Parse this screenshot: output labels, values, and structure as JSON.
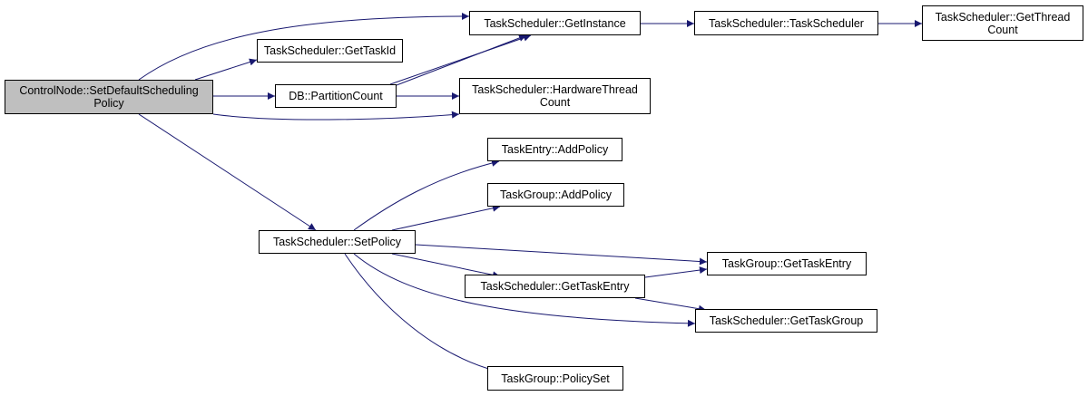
{
  "colors": {
    "edge": "#191970",
    "root_fill": "#bfbfbf",
    "node_fill": "#ffffff",
    "border": "#000000"
  },
  "nodes": {
    "root": [
      "ControlNode::SetDefaultScheduling",
      "Policy"
    ],
    "get_instance": [
      "TaskScheduler::GetInstance"
    ],
    "task_scheduler_ctor": [
      "TaskScheduler::TaskScheduler"
    ],
    "get_thread_count": [
      "TaskScheduler::GetThread",
      "Count"
    ],
    "get_task_id": [
      "TaskScheduler::GetTaskId"
    ],
    "partition_count": [
      "DB::PartitionCount"
    ],
    "hardware_thread_count": [
      "TaskScheduler::HardwareThread",
      "Count"
    ],
    "task_entry_add_policy": [
      "TaskEntry::AddPolicy"
    ],
    "task_group_add_policy": [
      "TaskGroup::AddPolicy"
    ],
    "set_policy": [
      "TaskScheduler::SetPolicy"
    ],
    "task_group_get_task_entry": [
      "TaskGroup::GetTaskEntry"
    ],
    "scheduler_get_task_entry": [
      "TaskScheduler::GetTaskEntry"
    ],
    "scheduler_get_task_group": [
      "TaskScheduler::GetTaskGroup"
    ],
    "policy_set": [
      "TaskGroup::PolicySet"
    ]
  },
  "edges": [
    [
      "root",
      "get_instance"
    ],
    [
      "root",
      "get_task_id"
    ],
    [
      "root",
      "partition_count"
    ],
    [
      "root",
      "hardware_thread_count"
    ],
    [
      "root",
      "set_policy"
    ],
    [
      "get_instance",
      "task_scheduler_ctor"
    ],
    [
      "task_scheduler_ctor",
      "get_thread_count"
    ],
    [
      "get_task_id",
      "get_instance"
    ],
    [
      "partition_count",
      "get_instance"
    ],
    [
      "partition_count",
      "hardware_thread_count"
    ],
    [
      "set_policy",
      "task_entry_add_policy"
    ],
    [
      "set_policy",
      "task_group_add_policy"
    ],
    [
      "set_policy",
      "task_group_get_task_entry"
    ],
    [
      "set_policy",
      "scheduler_get_task_entry"
    ],
    [
      "set_policy",
      "scheduler_get_task_group"
    ],
    [
      "set_policy",
      "policy_set"
    ],
    [
      "scheduler_get_task_entry",
      "task_group_get_task_entry"
    ],
    [
      "scheduler_get_task_entry",
      "scheduler_get_task_group"
    ]
  ]
}
